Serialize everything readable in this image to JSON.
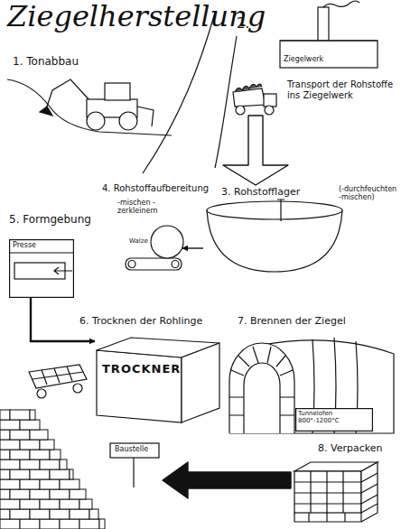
{
  "diagram": {
    "title": "Ziegelherstellung",
    "nodes": [
      {
        "text": [
          "Ziegelwerk"
        ]
      },
      {
        "text": [
          "3. Rohstofflager",
          "(-durchfeuchten -mischen)"
        ]
      },
      {
        "text": [
          "4. Rohstoffaufbereitung",
          "-mischen -zerkleinern"
        ]
      },
      {
        "text": [
          "5. Formgebung",
          "Presse"
        ]
      },
      {
        "text": [
          "6. Trocknen der Rohlinge",
          "TROCKNER"
        ]
      },
      {
        "text": [
          "7. Brennen der Ziegel"
        ]
      },
      {
        "text": [
          "Tunnelofen 800°-1200°C"
        ],
        "in": 5
      },
      {
        "text": [
          "8. Verpacken"
        ]
      },
      {
        "text": [
          "Baustelle"
        ]
      }
    ],
    "edges": [
      {
        "from": 0,
        "to": 1,
        "arrow": "to"
      },
      {
        "from": 1,
        "to": 2,
        "arrow": "to"
      },
      {
        "from": 3,
        "to": 4,
        "arrow": "to"
      },
      {
        "from": 7,
        "to": 8,
        "arrow": "to"
      }
    ],
    "labels": [
      "2.",
      "1. Tonabbau",
      "Transport der Rohstoffe ins Ziegelwerk",
      "Walze"
    ]
  }
}
